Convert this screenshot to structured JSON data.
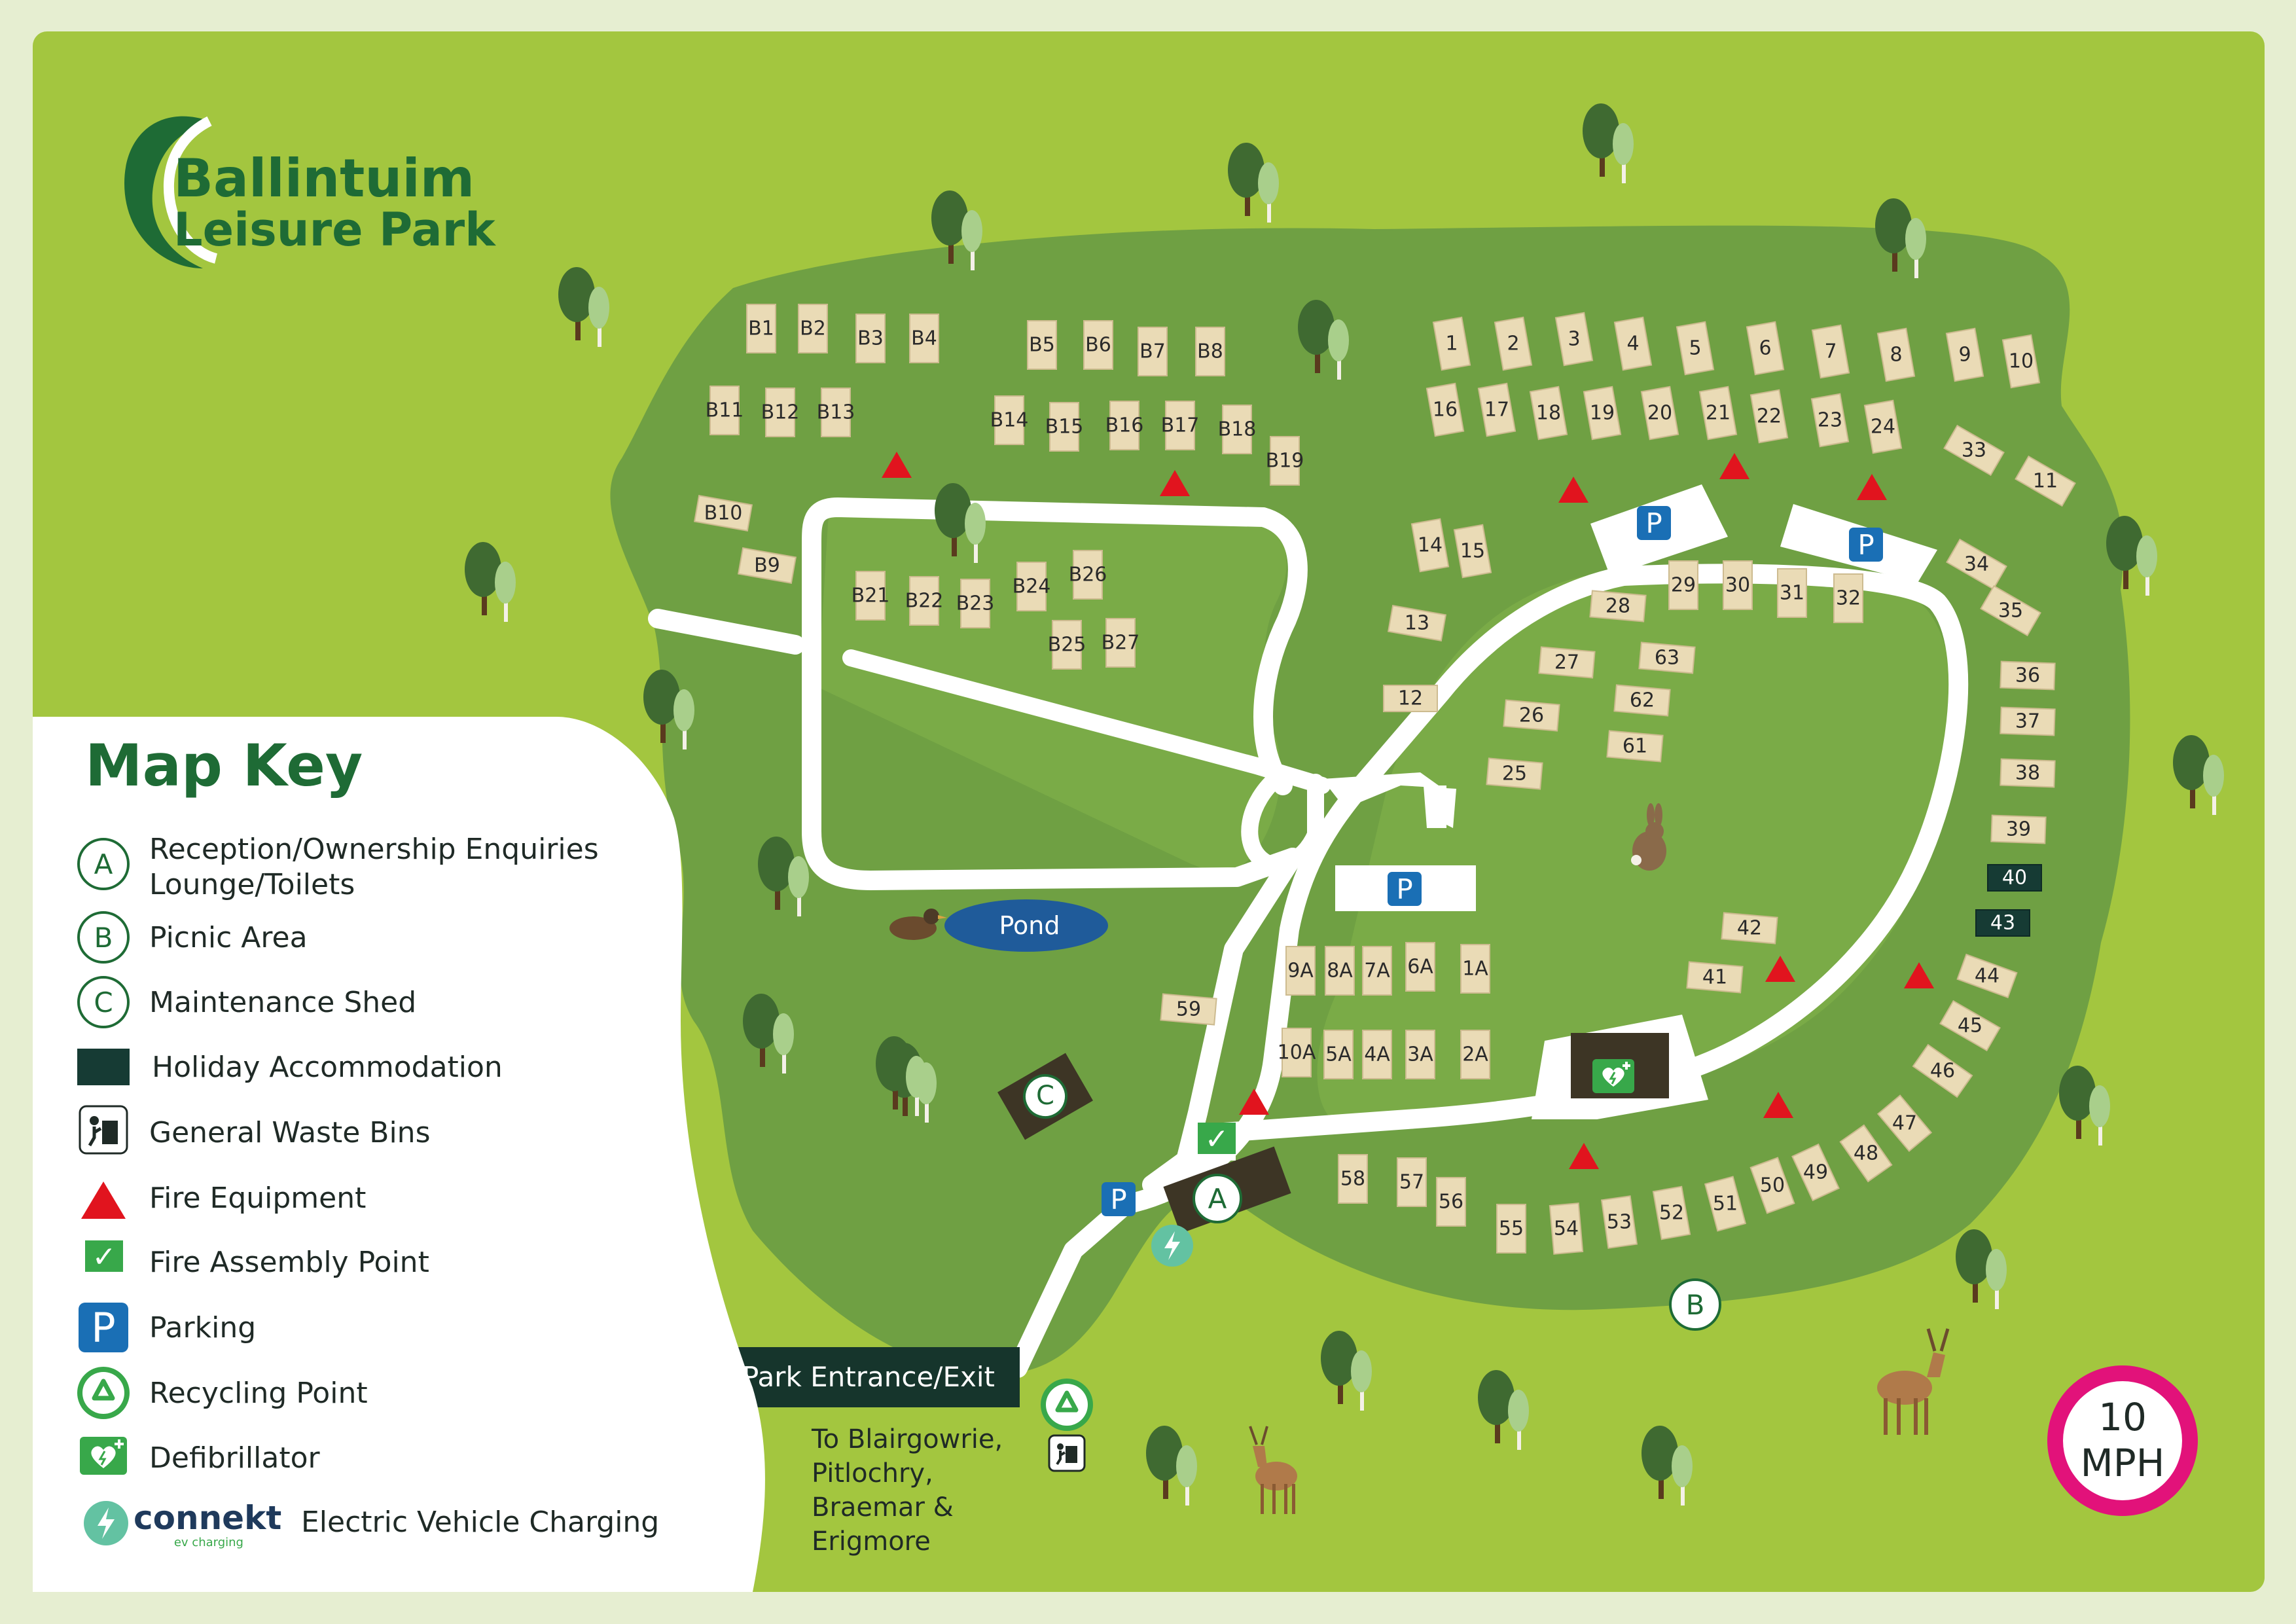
{
  "brand": {
    "line1": "Ballintuim",
    "line2": "Leisure Park"
  },
  "key": {
    "title": "Map Key",
    "items": [
      {
        "symbol": "A",
        "label": "Reception/Ownership Enquiries",
        "label2": "Lounge/Toilets"
      },
      {
        "symbol": "B",
        "label": "Picnic Area"
      },
      {
        "symbol": "C",
        "label": "Maintenance Shed"
      },
      {
        "symbol": "holiday-accommodation-swatch",
        "label": "Holiday Accommodation"
      },
      {
        "symbol": "waste-bin-icon",
        "label": "General Waste Bins"
      },
      {
        "symbol": "fire-equipment-icon",
        "label": "Fire Equipment"
      },
      {
        "symbol": "fire-assembly-icon",
        "label": "Fire Assembly Point"
      },
      {
        "symbol": "parking-icon",
        "label": "Parking"
      },
      {
        "symbol": "recycling-icon",
        "label": "Recycling Point"
      },
      {
        "symbol": "defibrillator-icon",
        "label": "Defibrillator"
      },
      {
        "symbol": "ev-charging-icon",
        "label": "Electric Vehicle Charging"
      }
    ],
    "connekt_brand": "connekt",
    "connekt_sub": "ev charging"
  },
  "map": {
    "pond_label": "Pond",
    "parking_symbol": "P",
    "check_symbol": "✓",
    "entrance_label": "Park Entrance/Exit",
    "destinations": [
      "To Blairgowrie,",
      "Pitlochry,",
      "Braemar &",
      "Erigmore"
    ],
    "speed_limit": {
      "value": "10",
      "unit": "MPH"
    },
    "facility_labels": {
      "reception": "A",
      "picnic": "B",
      "shed": "C"
    }
  },
  "colors": {
    "grass_light": "#a3c63f",
    "grass_dark": "#6fa043",
    "road": "#ffffff",
    "lot": "#eadbb6",
    "accommodation": "#163b34",
    "brand_green": "#1e6b35",
    "fire_red": "#e1141e",
    "parking_blue": "#1a6fb5",
    "recycle_green": "#38a84a",
    "speed_ring": "#e2127a",
    "pond": "#1f5b9a"
  },
  "lots": [
    {
      "label": "B1"
    },
    {
      "label": "B2"
    },
    {
      "label": "B3"
    },
    {
      "label": "B4"
    },
    {
      "label": "B5"
    },
    {
      "label": "B6"
    },
    {
      "label": "B7"
    },
    {
      "label": "B8"
    },
    {
      "label": "B11"
    },
    {
      "label": "B12"
    },
    {
      "label": "B13"
    },
    {
      "label": "B14"
    },
    {
      "label": "B15"
    },
    {
      "label": "B16"
    },
    {
      "label": "B17"
    },
    {
      "label": "B18"
    },
    {
      "label": "B19"
    },
    {
      "label": "B10"
    },
    {
      "label": "B9"
    },
    {
      "label": "B21"
    },
    {
      "label": "B22"
    },
    {
      "label": "B23"
    },
    {
      "label": "B24"
    },
    {
      "label": "B26"
    },
    {
      "label": "B25"
    },
    {
      "label": "B27"
    },
    {
      "label": "1"
    },
    {
      "label": "2"
    },
    {
      "label": "3"
    },
    {
      "label": "4"
    },
    {
      "label": "5"
    },
    {
      "label": "6"
    },
    {
      "label": "7"
    },
    {
      "label": "8"
    },
    {
      "label": "9"
    },
    {
      "label": "10"
    },
    {
      "label": "16"
    },
    {
      "label": "17"
    },
    {
      "label": "18"
    },
    {
      "label": "19"
    },
    {
      "label": "20"
    },
    {
      "label": "21"
    },
    {
      "label": "22"
    },
    {
      "label": "23"
    },
    {
      "label": "24"
    },
    {
      "label": "33"
    },
    {
      "label": "11"
    },
    {
      "label": "34"
    },
    {
      "label": "35"
    },
    {
      "label": "36"
    },
    {
      "label": "37"
    },
    {
      "label": "38"
    },
    {
      "label": "39"
    },
    {
      "label": "40",
      "dark": true
    },
    {
      "label": "43",
      "dark": true
    },
    {
      "label": "44"
    },
    {
      "label": "45"
    },
    {
      "label": "46"
    },
    {
      "label": "47"
    },
    {
      "label": "48"
    },
    {
      "label": "49"
    },
    {
      "label": "50"
    },
    {
      "label": "51"
    },
    {
      "label": "52"
    },
    {
      "label": "53"
    },
    {
      "label": "54"
    },
    {
      "label": "55"
    },
    {
      "label": "56"
    },
    {
      "label": "57"
    },
    {
      "label": "58"
    },
    {
      "label": "14"
    },
    {
      "label": "15"
    },
    {
      "label": "13"
    },
    {
      "label": "12"
    },
    {
      "label": "28"
    },
    {
      "label": "29"
    },
    {
      "label": "30"
    },
    {
      "label": "31"
    },
    {
      "label": "32"
    },
    {
      "label": "27"
    },
    {
      "label": "63"
    },
    {
      "label": "26"
    },
    {
      "label": "62"
    },
    {
      "label": "61"
    },
    {
      "label": "25"
    },
    {
      "label": "42"
    },
    {
      "label": "41"
    },
    {
      "label": "59"
    },
    {
      "label": "9A"
    },
    {
      "label": "8A"
    },
    {
      "label": "7A"
    },
    {
      "label": "6A"
    },
    {
      "label": "1A"
    },
    {
      "label": "10A"
    },
    {
      "label": "5A"
    },
    {
      "label": "4A"
    },
    {
      "label": "3A"
    },
    {
      "label": "2A"
    }
  ]
}
